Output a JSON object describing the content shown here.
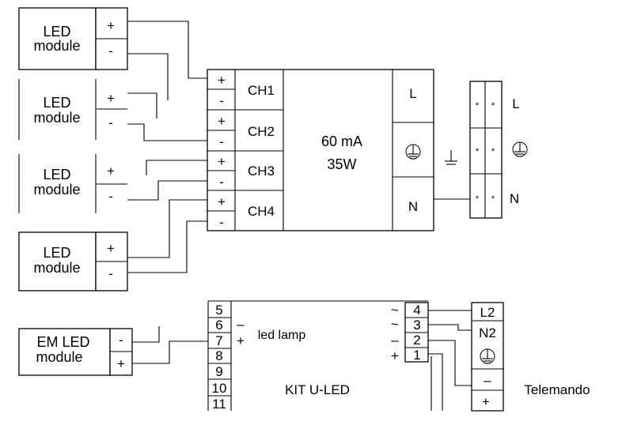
{
  "led_modules": [
    {
      "line1": "LED",
      "line2": "module",
      "plus": "+",
      "minus": "-"
    },
    {
      "line1": "LED",
      "line2": "module",
      "plus": "+",
      "minus": "-"
    },
    {
      "line1": "LED",
      "line2": "module",
      "plus": "+",
      "minus": "-"
    },
    {
      "line1": "LED",
      "line2": "module",
      "plus": "+",
      "minus": "-"
    }
  ],
  "driver": {
    "channels": [
      "CH1",
      "CH2",
      "CH3",
      "CH4"
    ],
    "plus": "+",
    "minus": "-",
    "rating_current": "60 mA",
    "rating_power": "35W",
    "terminal_l": "L",
    "terminal_n": "N"
  },
  "mains": {
    "l_label": "L",
    "n_label": "N",
    "mark": "*"
  },
  "em_module": {
    "line1": "EM LED",
    "line2": "module",
    "minus": "-",
    "plus": "+"
  },
  "kit": {
    "title": "KIT U-LED",
    "led_lamp_label": "led lamp",
    "left_terminals": [
      "5",
      "6",
      "7",
      "8",
      "9",
      "10",
      "11"
    ],
    "lamp_minus": "–",
    "lamp_plus": "+",
    "right_terminals": [
      "4",
      "3",
      "2",
      "1"
    ],
    "right_signs": [
      "~",
      "~",
      "–",
      "+"
    ]
  },
  "telemando": {
    "l2": "L2",
    "n2": "N2",
    "minus": "–",
    "plus": "+",
    "label": "Telemando"
  }
}
